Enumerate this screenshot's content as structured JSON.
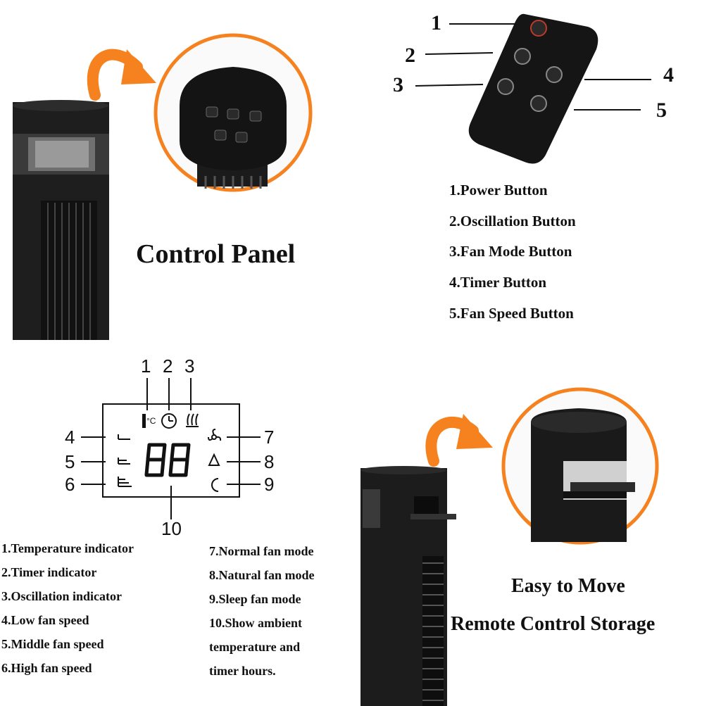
{
  "control_panel": {
    "title": "Control Panel"
  },
  "remote": {
    "callouts": [
      "1",
      "2",
      "3",
      "4",
      "5"
    ],
    "items": [
      "1.Power Button",
      "2.Oscillation Button",
      "3.Fan Mode Button",
      "4.Timer Button",
      "5.Fan Speed Button"
    ]
  },
  "display": {
    "callouts": [
      "1",
      "2",
      "3",
      "4",
      "5",
      "6",
      "7",
      "8",
      "9",
      "10"
    ],
    "digits": "88",
    "temp_unit": "°C",
    "items_left": [
      "1.Temperature indicator",
      "2.Timer indicator",
      "3.Oscillation indicator",
      "4.Low fan speed",
      "5.Middle fan speed",
      "6.High fan speed"
    ],
    "items_right": [
      "7.Normal fan mode",
      "8.Natural fan mode",
      "9.Sleep fan mode",
      "10.Show ambient",
      "temperature and",
      "timer hours."
    ]
  },
  "storage": {
    "line1": "Easy to Move",
    "line2": "Remote Control Storage"
  },
  "colors": {
    "accent_orange": "#f5821f",
    "device_black": "#1a1a1a",
    "power_red": "#c0392b"
  }
}
